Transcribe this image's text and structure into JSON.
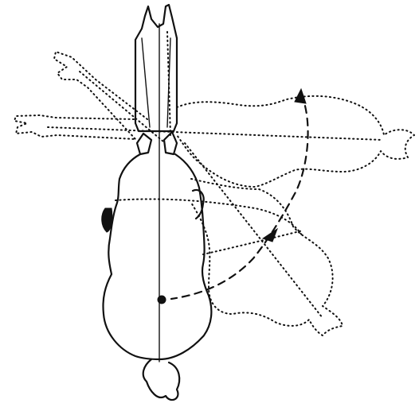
{
  "figure": {
    "labels": [],
    "poses": [
      "straight",
      "bent-right",
      "rotated-right"
    ]
  }
}
